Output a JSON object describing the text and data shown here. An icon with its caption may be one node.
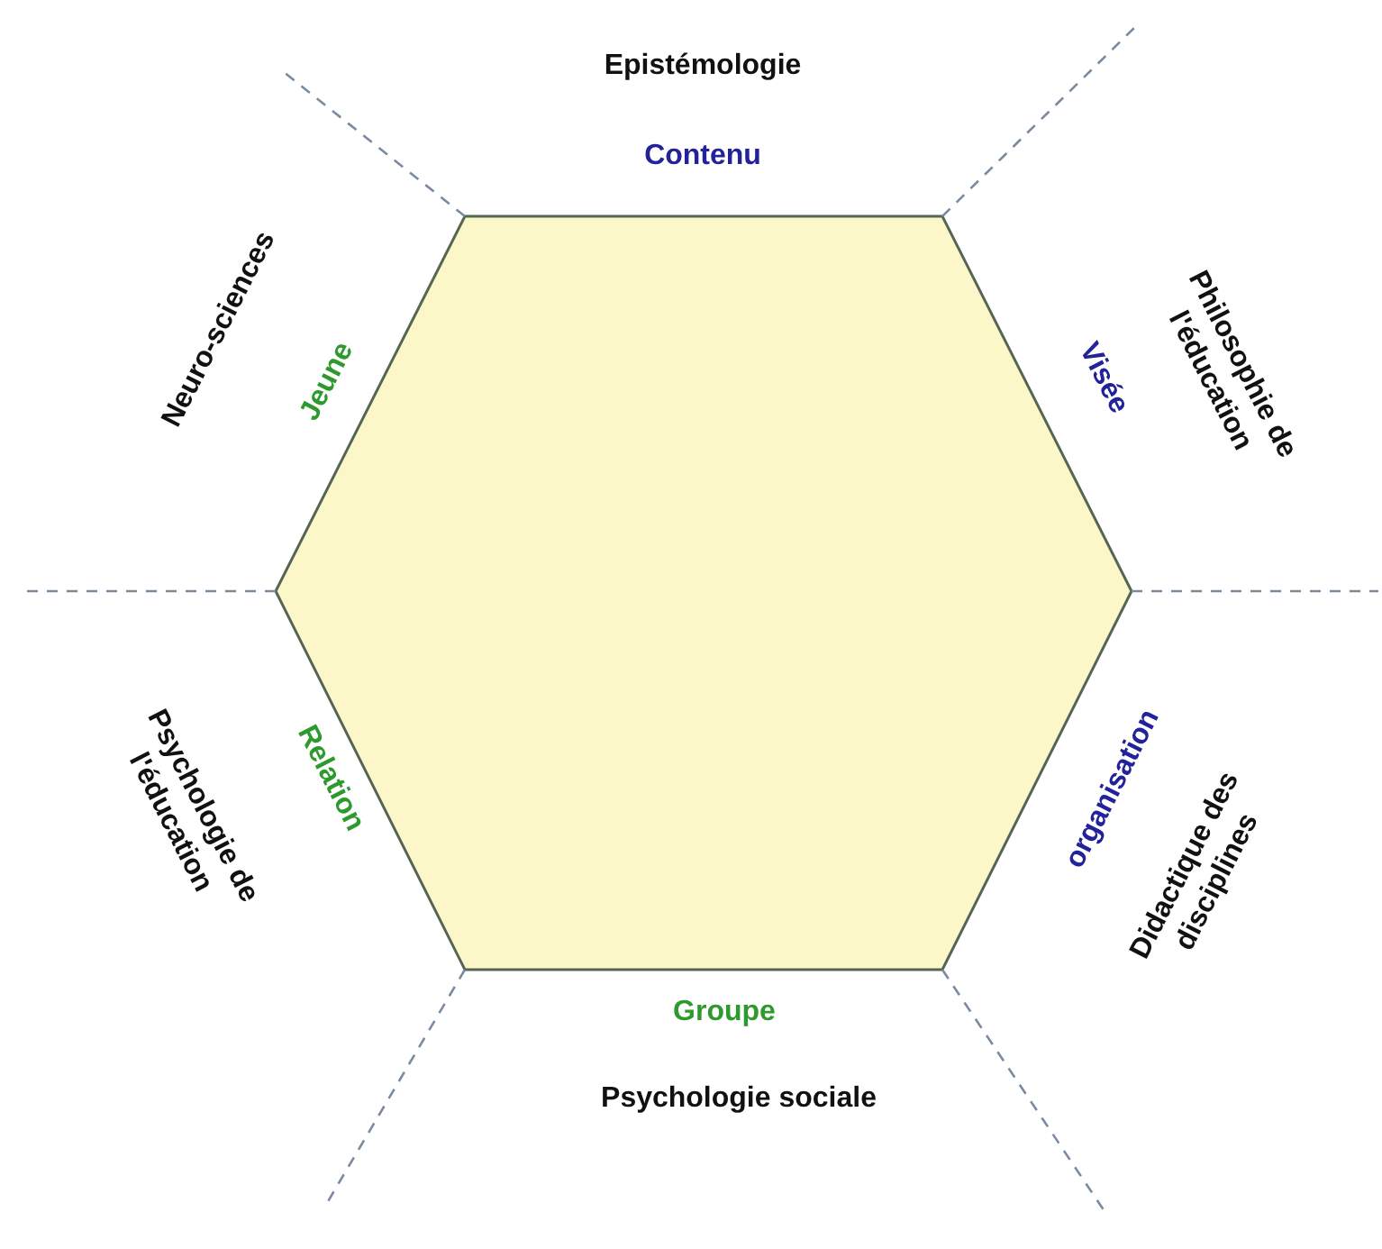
{
  "diagram": {
    "labels": [
      "Epistémologie",
      "Contenu",
      "Neuro-sciences",
      "Jeune",
      "Visée",
      "Philosophie de l'éducation",
      "Relation",
      "Psychologie de l'éducation",
      "organisation",
      "Didactique des disciplines",
      "Groupe",
      "Psychologie sociale"
    ]
  }
}
